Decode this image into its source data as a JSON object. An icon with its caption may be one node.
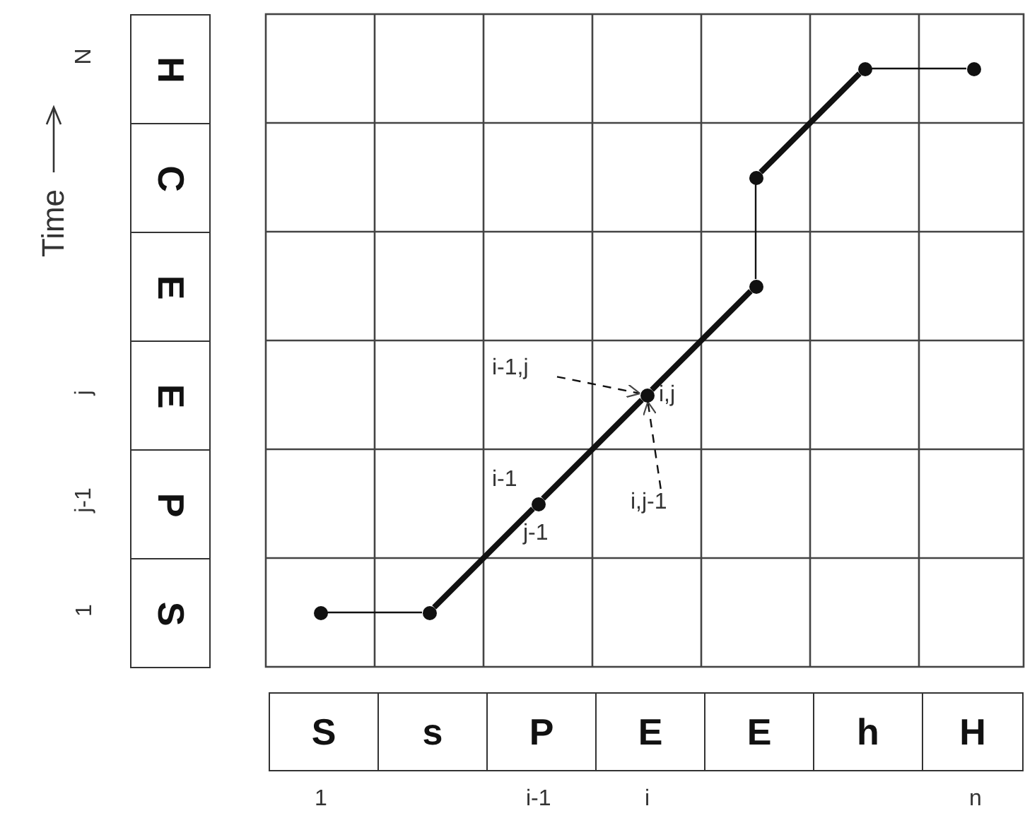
{
  "diagram": {
    "nodes": [
      {
        "text": [
          "H"
        ]
      },
      {
        "text": [
          "C"
        ]
      },
      {
        "text": [
          "E"
        ]
      },
      {
        "text": [
          "E"
        ]
      },
      {
        "text": [
          "P"
        ]
      },
      {
        "text": [
          "S"
        ]
      },
      {
        "text": [],
        "shape": "circle"
      },
      {
        "text": [],
        "shape": "circle"
      },
      {
        "text": [],
        "shape": "circle",
        "beside": [
          "i-1",
          "j-1"
        ]
      },
      {
        "text": [],
        "shape": "circle",
        "beside": [
          "i,j"
        ]
      },
      {
        "text": [],
        "shape": "circle"
      },
      {
        "text": [],
        "shape": "circle"
      },
      {
        "text": [],
        "shape": "circle"
      },
      {
        "text": [],
        "shape": "circle"
      },
      {
        "text": [
          "i-1,j"
        ]
      },
      {
        "text": [
          "i,j-1"
        ]
      },
      {
        "text": [
          "S"
        ]
      },
      {
        "text": [
          "s"
        ]
      },
      {
        "text": [
          "P"
        ]
      },
      {
        "text": [
          "E"
        ]
      },
      {
        "text": [
          "E"
        ]
      },
      {
        "text": [
          "h"
        ]
      },
      {
        "text": [
          "H"
        ]
      }
    ],
    "edges": [
      {
        "from": 6,
        "to": 7,
        "arrow": "none"
      },
      {
        "from": 7,
        "to": 8,
        "arrow": "none",
        "style": "thick"
      },
      {
        "from": 8,
        "to": 9,
        "arrow": "none",
        "style": "thick"
      },
      {
        "from": 9,
        "to": 10,
        "arrow": "none",
        "style": "thick"
      },
      {
        "from": 10,
        "to": 11,
        "arrow": "none"
      },
      {
        "from": 11,
        "to": 12,
        "arrow": "none",
        "style": "thick"
      },
      {
        "from": 12,
        "to": 13,
        "arrow": "none"
      },
      {
        "from": 14,
        "to": 9,
        "arrow": "to",
        "style": "dashed"
      },
      {
        "from": 15,
        "to": 9,
        "arrow": "to",
        "style": "dashed"
      }
    ],
    "labels": [
      "N",
      "Time",
      "j",
      "j-1",
      "1",
      "1",
      "i-1",
      "i",
      "n"
    ]
  }
}
